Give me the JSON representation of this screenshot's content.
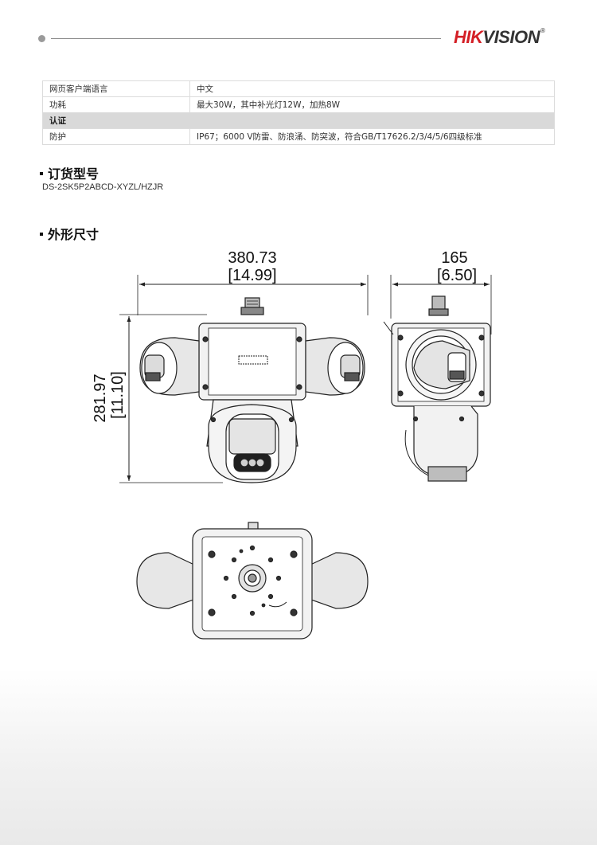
{
  "header": {
    "brand_red": "HIK",
    "brand_dark": "VISION",
    "brand_mark": "®",
    "brand_color": "#d41f26"
  },
  "spec_table": [
    {
      "type": "row",
      "key": "网页客户端语言",
      "value": "中文"
    },
    {
      "type": "row",
      "key": "功耗",
      "value": "最大30W，其中补光灯12W，加热8W"
    },
    {
      "type": "category",
      "key": "认证"
    },
    {
      "type": "row",
      "key": "防护",
      "value": "IP67；6000 V防雷、防浪涌、防突波，符合GB/T17626.2/3/4/5/6四级标准"
    }
  ],
  "order_section": {
    "title": "订货型号",
    "model": "DS-2SK5P2ABCD-XYZL/HZJR"
  },
  "dimension_section": {
    "title": "外形尺寸"
  },
  "dimensions": {
    "width_mm": "380.73",
    "width_in": "[14.99]",
    "depth_mm": "165",
    "depth_in": "[6.50]",
    "height_mm": "281.97",
    "height_in": "[11.10]"
  }
}
